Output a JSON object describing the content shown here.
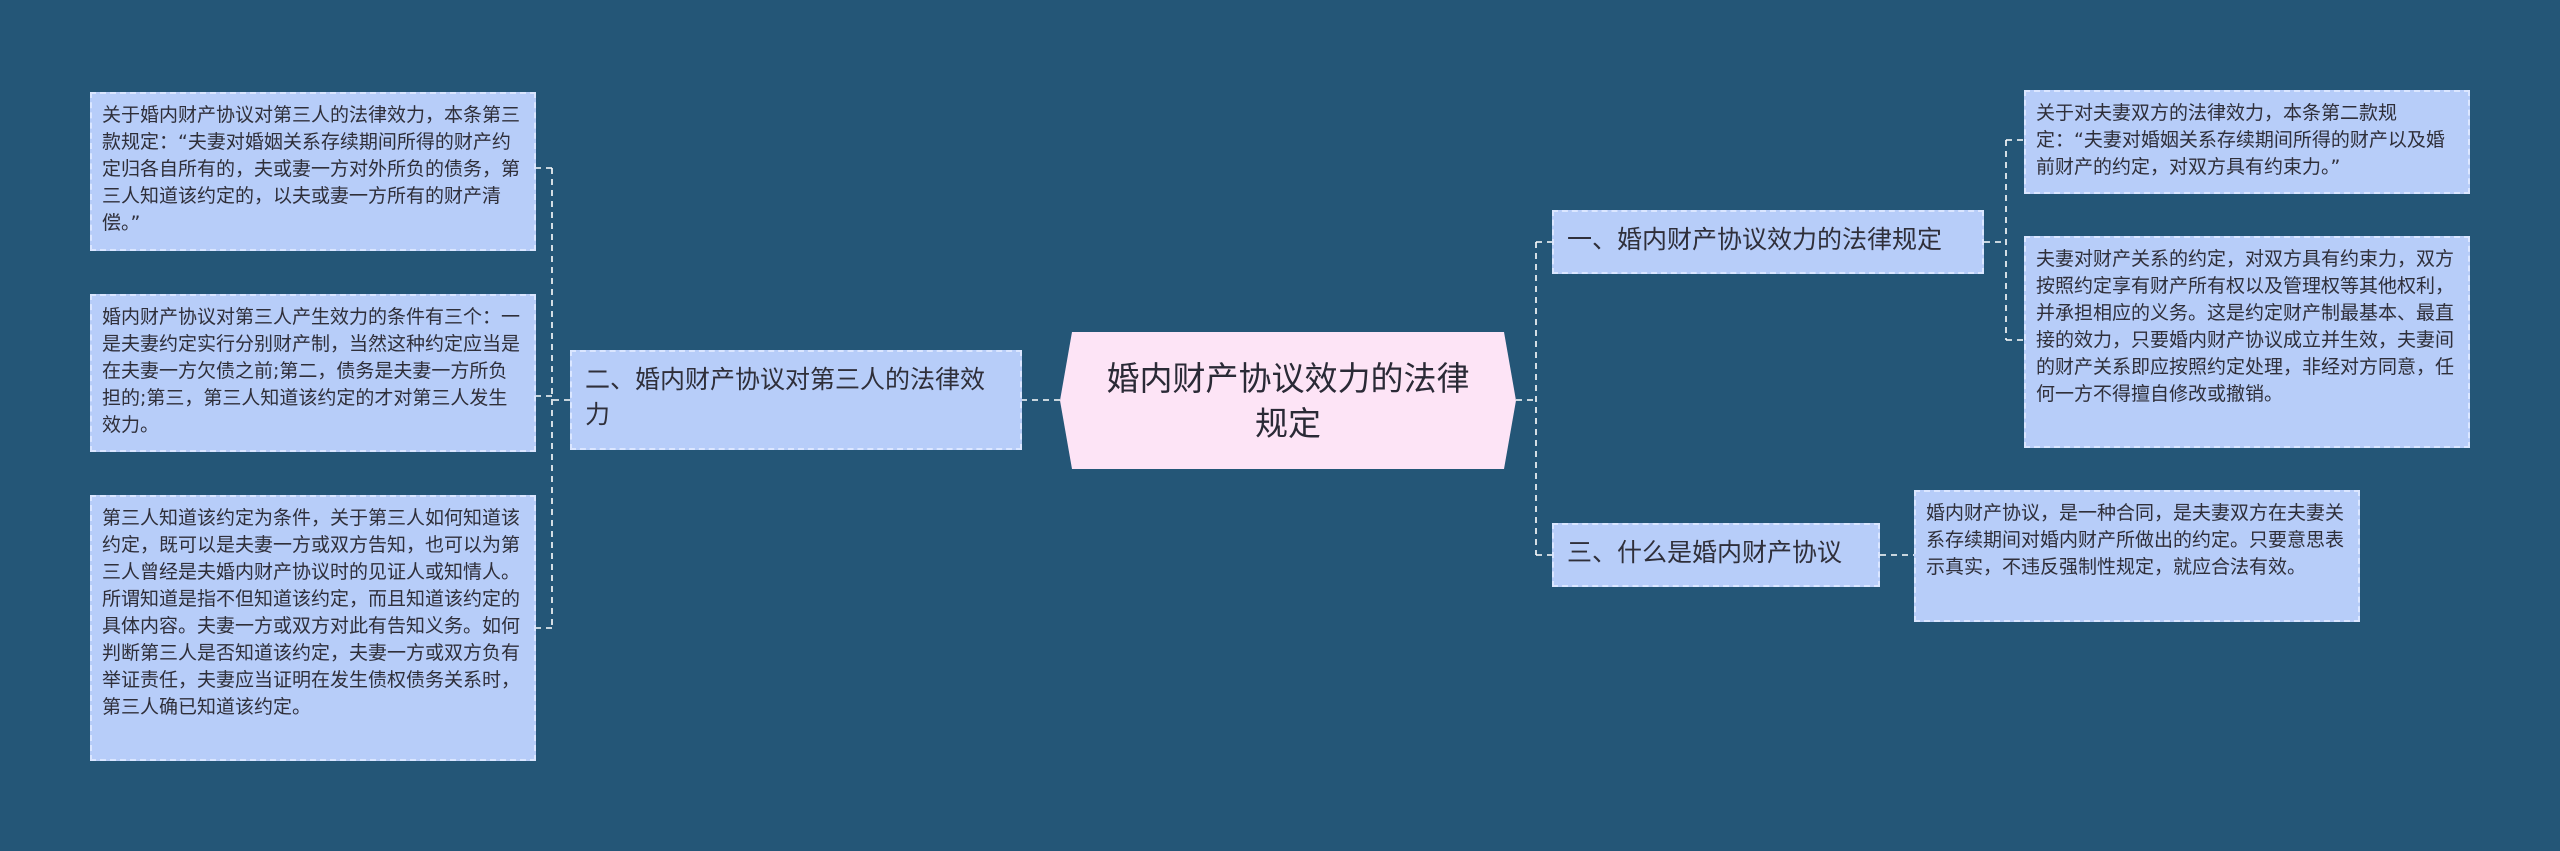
{
  "root": {
    "title": "婚内财产协议效力的法律规定"
  },
  "branches": {
    "effect_on_third_party": {
      "label": "二、婚内财产协议对第三人的法律效力",
      "leaves": [
        "关于婚内财产协议对第三人的法律效力，本条第三款规定：“夫妻对婚姻关系存续期间所得的财产约定归各自所有的，夫或妻一方对外所负的债务，第三人知道该约定的，以夫或妻一方所有的财产清偿。”",
        "婚内财产协议对第三人产生效力的条件有三个：一是夫妻约定实行分别财产制，当然这种约定应当是在夫妻一方欠债之前;第二，债务是夫妻一方所负担的;第三，第三人知道该约定的才对第三人发生效力。",
        "第三人知道该约定为条件，关于第三人如何知道该约定，既可以是夫妻一方或双方告知，也可以为第三人曾经是夫婚内财产协议时的见证人或知情人。所谓知道是指不但知道该约定，而且知道该约定的具体内容。夫妻一方或双方对此有告知义务。如何判断第三人是否知道该约定，夫妻一方或双方负有举证责任，夫妻应当证明在发生债权债务关系时，第三人确已知道该约定。"
      ]
    },
    "legal_provisions": {
      "label": "一、婚内财产协议效力的法律规定",
      "leaves": [
        "关于对夫妻双方的法律效力，本条第二款规定：“夫妻对婚姻关系存续期间所得的财产以及婚前财产的约定，对双方具有约束力。”",
        "夫妻对财产关系的约定，对双方具有约束力，双方按照约定享有财产所有权以及管理权等其他权利，并承担相应的义务。这是约定财产制最基本、最直接的效力，只要婚内财产协议成立并生效，夫妻间的财产关系即应按照约定处理，非经对方同意，任何一方不得擅自修改或撤销。"
      ]
    },
    "definition": {
      "label": "三、什么是婚内财产协议",
      "leaves": [
        "婚内财产协议，是一种合同，是夫妻双方在夫妻关系存续期间对婚内财产所做出的约定。只要意思表示真实，不违反强制性规定，就应合法有效。"
      ]
    }
  },
  "colors": {
    "background": "#245677",
    "node_fill": "#b7cdf9",
    "root_fill": "#fde4f6",
    "connector": "#ffffff"
  }
}
